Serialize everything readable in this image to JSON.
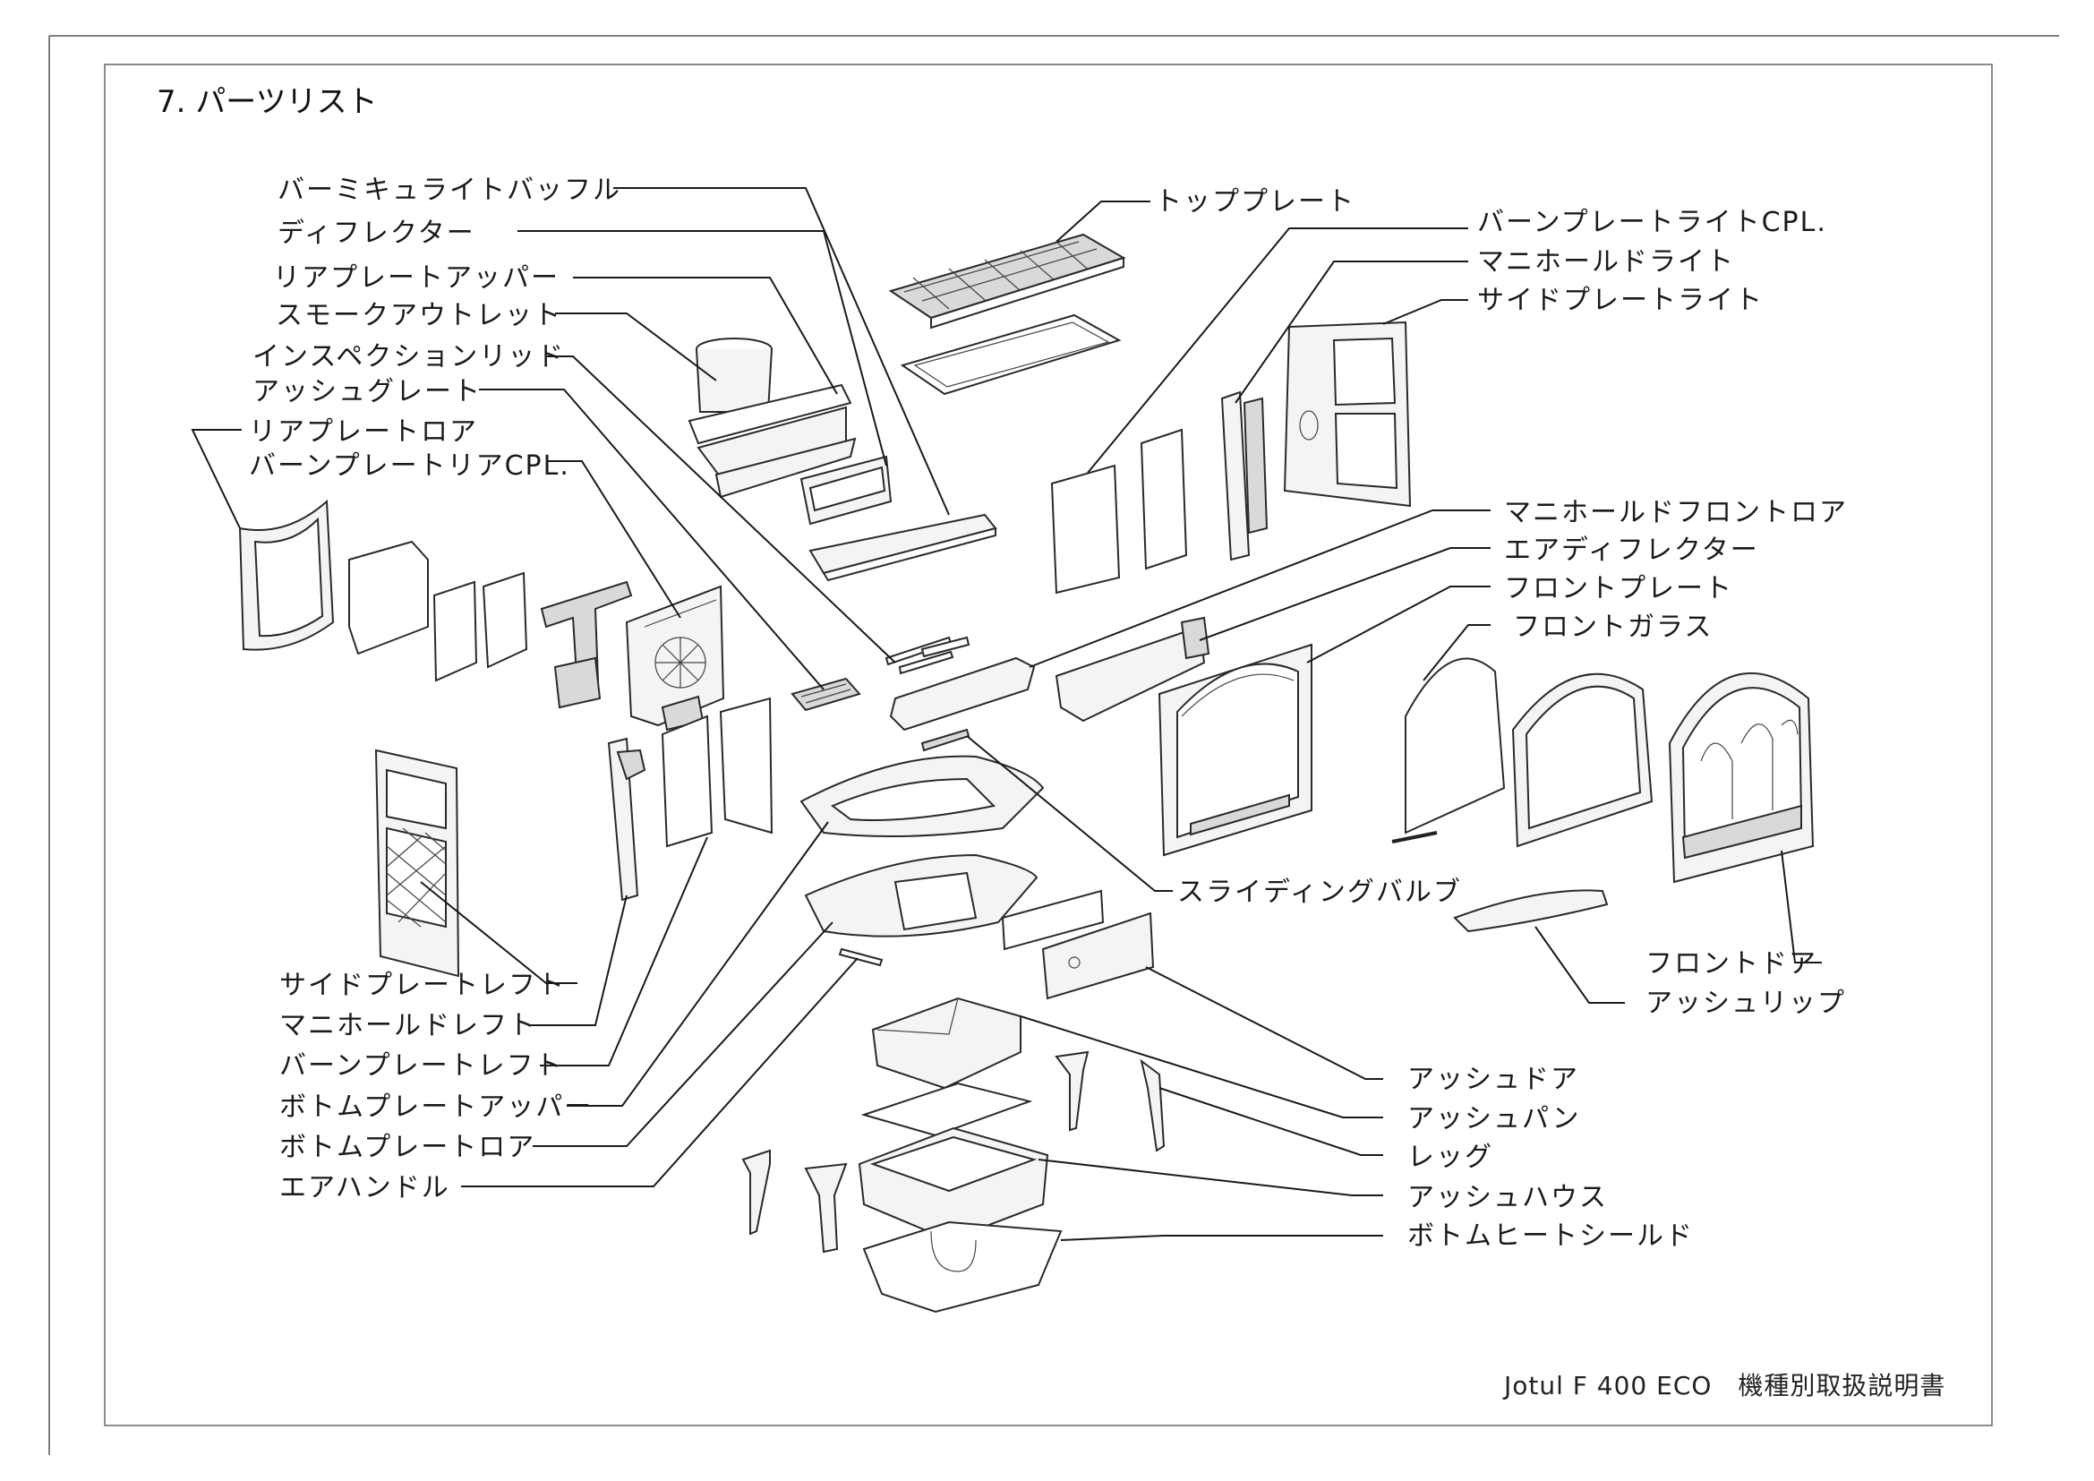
{
  "section_title": "7. パーツリスト",
  "footer": "Jotul F 400 ECO　機種別取扱説明書",
  "parts": {
    "vermiculite_baffle": "バーミキュライトバッフル",
    "deflector": "ディフレクター",
    "rear_plate_upper": "リアプレートアッパー",
    "smoke_outlet": "スモークアウトレット",
    "inspection_lid": "インスペクションリッド",
    "ash_grate": "アッシュグレート",
    "rear_plate_lower": "リアプレートロア",
    "burn_plate_rear": "バーンプレートリアCPL.",
    "side_plate_left": "サイドプレートレフト",
    "manifold_left": "マニホールドレフト",
    "burn_plate_left": "バーンプレートレフト",
    "bottom_plate_upper": "ボトムプレートアッパー",
    "bottom_plate_lower": "ボトムプレートロア",
    "air_handle": "エアハンドル",
    "top_plate": "トッププレート",
    "burn_plate_right": "バーンプレートライトCPL.",
    "manifold_right": "マニホールドライト",
    "side_plate_right": "サイドプレートライト",
    "manifold_front_lower": "マニホールドフロントロア",
    "air_deflector": "エアディフレクター",
    "front_plate": "フロントプレート",
    "front_glass": "フロントガラス",
    "sliding_valve": "スライディングバルブ",
    "front_door": "フロントドア",
    "ash_lip": "アッシュリップ",
    "ash_door": "アッシュドア",
    "ash_pan": "アッシュパン",
    "leg": "レッグ",
    "ash_house": "アッシュハウス",
    "bottom_heat_shield": "ボトムヒートシールド"
  }
}
